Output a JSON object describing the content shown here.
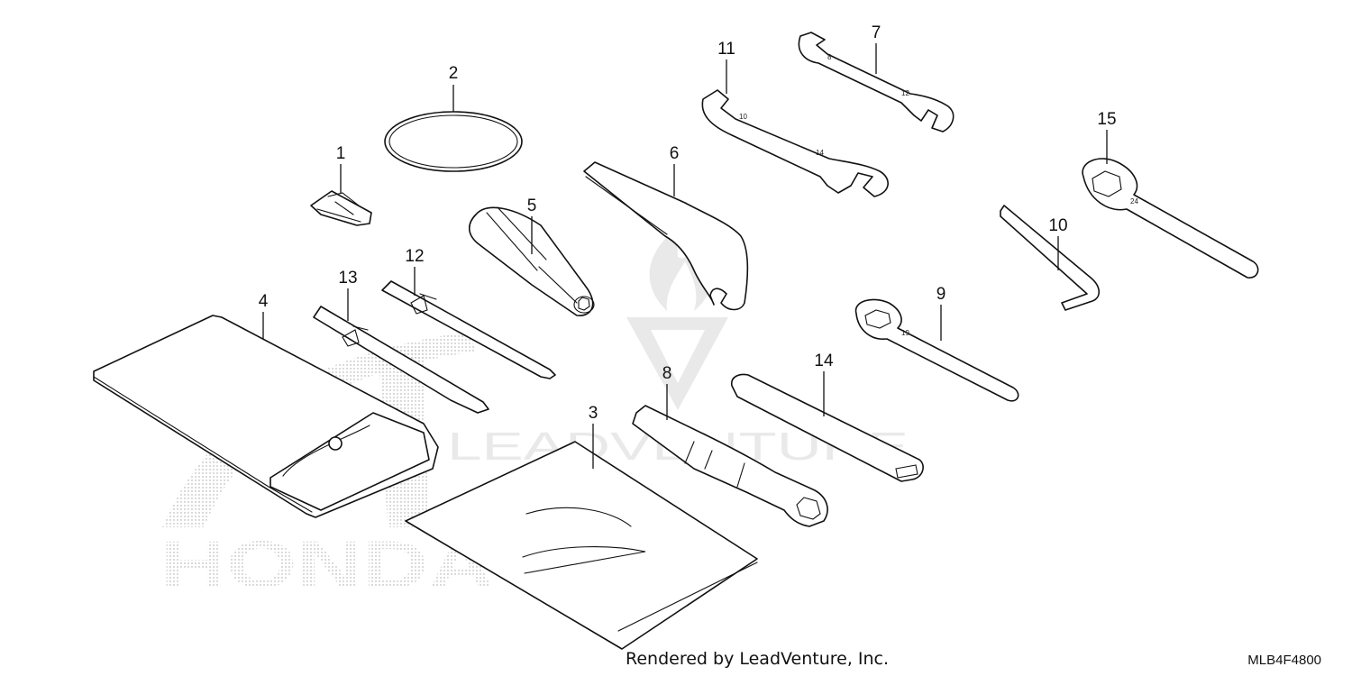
{
  "diagram": {
    "callouts": [
      {
        "id": "1",
        "label": "1"
      },
      {
        "id": "2",
        "label": "2"
      },
      {
        "id": "3",
        "label": "3"
      },
      {
        "id": "4",
        "label": "4"
      },
      {
        "id": "5",
        "label": "5"
      },
      {
        "id": "6",
        "label": "6"
      },
      {
        "id": "7",
        "label": "7"
      },
      {
        "id": "8",
        "label": "8"
      },
      {
        "id": "9",
        "label": "9"
      },
      {
        "id": "10",
        "label": "10"
      },
      {
        "id": "11",
        "label": "11"
      },
      {
        "id": "12",
        "label": "12"
      },
      {
        "id": "13",
        "label": "13"
      },
      {
        "id": "14",
        "label": "14"
      },
      {
        "id": "15",
        "label": "15"
      }
    ],
    "part_markings": {
      "wrench_7_small_end": "8",
      "wrench_7_large_end": "12",
      "wrench_11_small_end": "10",
      "wrench_11_large_end": "14",
      "wrench_9": "19",
      "wrench_15": "24"
    }
  },
  "watermarks": {
    "brand": "LEADVENTURE",
    "maker": "HONDA"
  },
  "footer": {
    "credit": "Rendered by LeadVenture, Inc.",
    "code": "MLB4F4800"
  }
}
